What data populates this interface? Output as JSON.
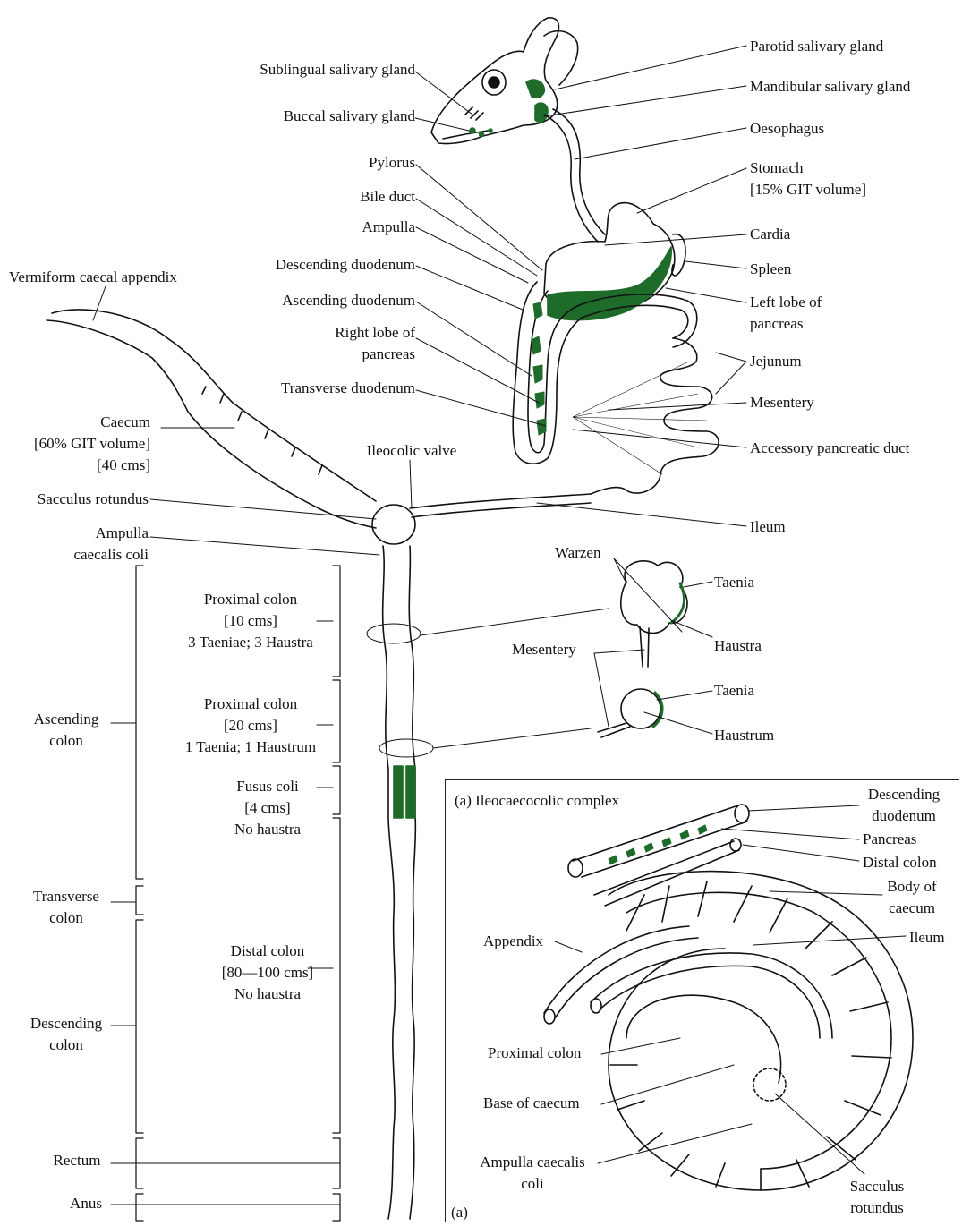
{
  "colors": {
    "ink": "#111111",
    "tissue_green": "#1f6b2a",
    "line": "#222222",
    "paper": "#ffffff"
  },
  "labels": {
    "sublingual": "Sublingual salivary gland",
    "buccal": "Buccal salivary gland",
    "pylorus": "Pylorus",
    "bile_duct": "Bile duct",
    "ampulla": "Ampulla",
    "descending_duodenum": "Descending duodenum",
    "ascending_duodenum": "Ascending duodenum",
    "right_lobe_pancreas": "Right lobe of\npancreas",
    "transverse_duodenum": "Transverse duodenum",
    "ileocolic_valve": "Ileocolic valve",
    "vermiform_appendix": "Vermiform caecal appendix",
    "caecum": "Caecum\n[60% GIT volume]\n[40 cms]",
    "sacculus_rotundus": "Sacculus rotundus",
    "ampulla_caecalis_coli": "Ampulla\ncaecalis coli",
    "parotid": "Parotid salivary gland",
    "mandibular": "Mandibular salivary gland",
    "oesophagus": "Oesophagus",
    "stomach": "Stomach\n[15% GIT volume]",
    "cardia": "Cardia",
    "spleen": "Spleen",
    "left_lobe_pancreas": "Left lobe of\npancreas",
    "jejunum": "Jejunum",
    "mesentery_top": "Mesentery",
    "accessory_duct": "Accessory pancreatic duct",
    "ileum": "Ileum",
    "proximal_colon_1": "Proximal colon\n[10 cms]\n3 Taeniae; 3 Haustra",
    "proximal_colon_2": "Proximal colon\n[20 cms]\n1 Taenia; 1 Haustrum",
    "fusus_coli": "Fusus coli\n[4 cms]\nNo haustra",
    "distal_colon": "Distal colon\n[80—100 cms]\nNo haustra",
    "ascending_colon": "Ascending\ncolon",
    "transverse_colon": "Transverse\ncolon",
    "descending_colon": "Descending\ncolon",
    "rectum": "Rectum",
    "anus": "Anus",
    "warzen": "Warzen",
    "taenia_1": "Taenia",
    "haustra": "Haustra",
    "mesentery_mid": "Mesentery",
    "taenia_2": "Taenia",
    "haustrum": "Haustrum"
  },
  "inset": {
    "title": "(a) Ileocaecocolic complex",
    "corner": "(a)",
    "descending_duodenum": "Descending\nduodenum",
    "pancreas": "Pancreas",
    "distal_colon": "Distal colon",
    "body_caecum": "Body of\ncaecum",
    "appendix": "Appendix",
    "ileum": "Ileum",
    "proximal_colon": "Proximal colon",
    "base_caecum": "Base of caecum",
    "ampulla": "Ampulla caecalis\ncoli",
    "sacculus": "Sacculus\nrotundus"
  }
}
